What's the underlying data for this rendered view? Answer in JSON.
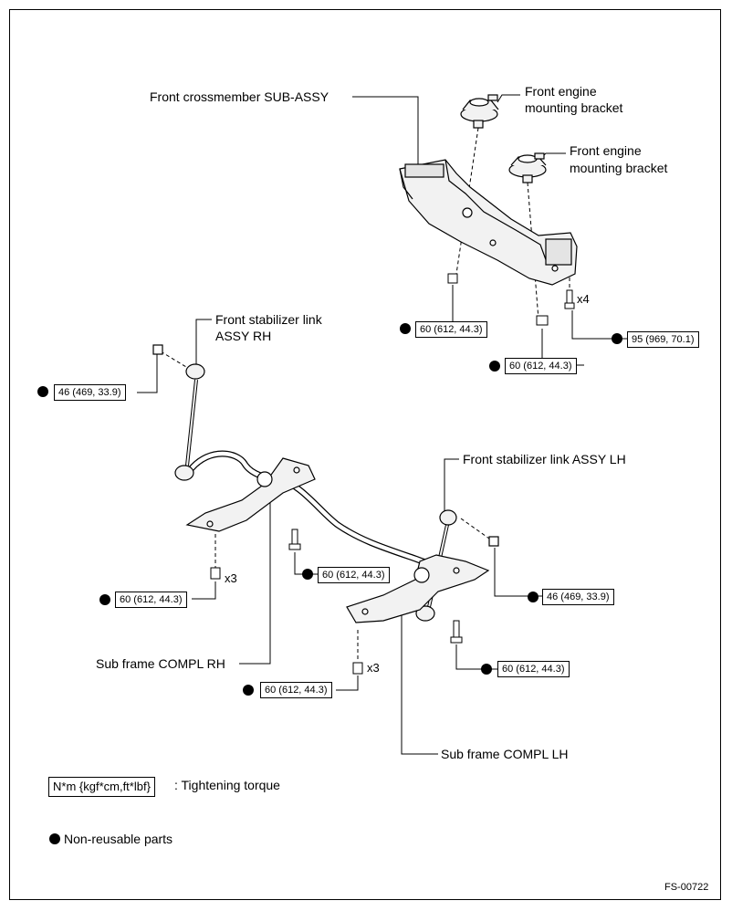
{
  "labels": {
    "front_crossmember": "Front crossmember SUB-ASSY",
    "engine_bracket_1_line1": "Front engine",
    "engine_bracket_1_line2": "mounting bracket",
    "engine_bracket_2_line1": "Front engine",
    "engine_bracket_2_line2": "mounting bracket",
    "stabilizer_link_rh_line1": "Front stabilizer link",
    "stabilizer_link_rh_line2": "ASSY RH",
    "stabilizer_link_lh": "Front stabilizer link ASSY LH",
    "sub_frame_rh": "Sub frame COMPL RH",
    "sub_frame_lh": "Sub frame COMPL LH"
  },
  "torques": {
    "crossmember_nut_left": "60 (612, 44.3)",
    "crossmember_nut_right": "60 (612, 44.3)",
    "crossmember_bolt": "95 (969, 70.1)",
    "stabilizer_rh_nut": "46 (469, 33.9)",
    "subframe_rh_bolt_a": "60 (612, 44.3)",
    "subframe_rh_bolt_b": "60 (612, 44.3)",
    "stabilizer_lh_nut": "46 (469, 33.9)",
    "subframe_lh_bolt_a": "60 (612, 44.3)",
    "subframe_lh_bolt_b": "60 (612, 44.3)"
  },
  "multipliers": {
    "crossmember_bolt": "x4",
    "subframe_rh": "x3",
    "subframe_lh": "x3"
  },
  "legend": {
    "unit_box": "N*m {kgf*cm,ft*lbf}",
    "unit_text": ": Tightening torque",
    "non_reusable": "Non-reusable parts"
  },
  "figure_id": "FS-00722"
}
